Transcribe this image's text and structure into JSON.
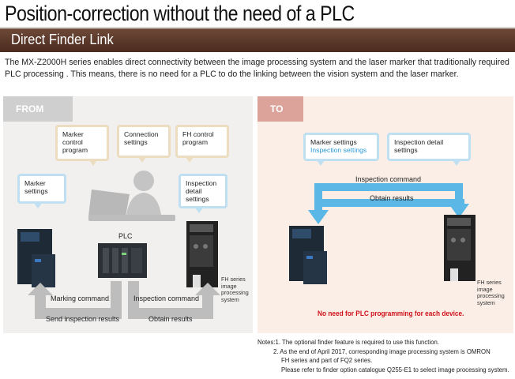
{
  "title": "Position-correction without the need of a PLC",
  "banner": "Direct Finder Link",
  "intro": "The MX-Z2000H series enables direct connectivity between the image processing system and the laser marker that traditionally required PLC processing .  This means, there is no need for a PLC to do the linking between the vision system and the laser marker.",
  "from_panel": {
    "tab": "FROM",
    "bubble_marker_control": "Marker control program",
    "bubble_connection": "Connection settings",
    "bubble_fh_control": "FH control program",
    "bubble_marker_settings": "Marker settings",
    "bubble_inspection_detail": "Inspection detail settings",
    "plc_label": "PLC",
    "fh_label": "FH series image processing system",
    "marking_command": "Marking command",
    "inspection_command": "Inspection command",
    "send_results": "Send inspection results",
    "obtain_results": "Obtain results"
  },
  "to_panel": {
    "tab": "TO",
    "bubble_marker_settings": "Marker settings",
    "bubble_inspection_settings": "Inspection settings",
    "bubble_inspection_detail": "Inspection detail settings",
    "inspection_command": "Inspection command",
    "obtain_results": "Obtain results",
    "fh_label": "FH series image processing system",
    "no_plc_note": "No need for PLC programming for each device."
  },
  "notes": {
    "line1": "Notes:1. The optional finder feature is required to use this function.",
    "line2": "2. As the end of April 2017, corresponding image processing system is OMRON",
    "line3": "FH series and part of FQ2 series.",
    "line4": "Please refer to finder option catalogue Q255-E1 to select image processing system."
  },
  "colors": {
    "banner": "#5a3829",
    "from_bg": "#f1f0ef",
    "to_bg": "#fbeee6",
    "arrow_gray": "#bdbdbd",
    "arrow_blue": "#5bb8e6",
    "red_note": "#d0121b"
  }
}
